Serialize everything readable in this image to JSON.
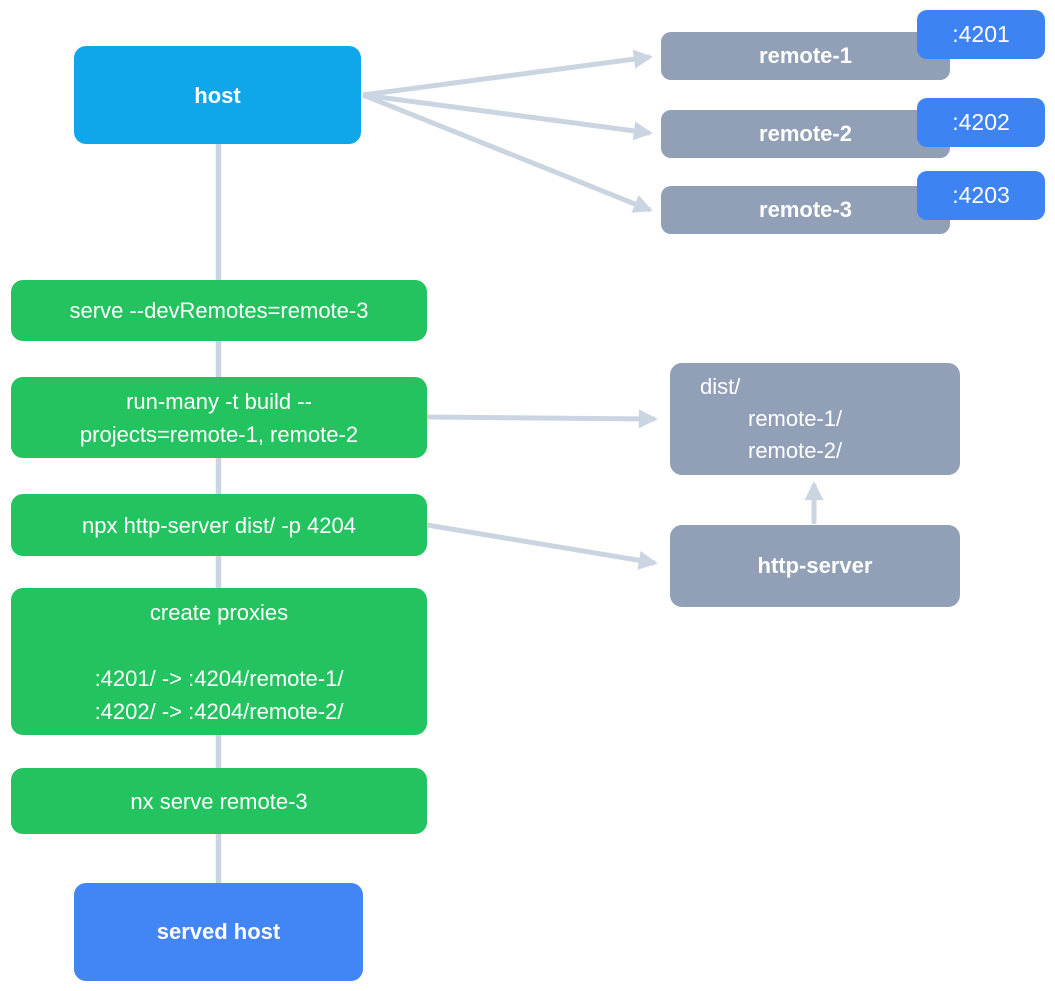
{
  "diagram": {
    "host": {
      "label": "host"
    },
    "remotes": [
      {
        "label": "remote-1",
        "port": ":4201"
      },
      {
        "label": "remote-2",
        "port": ":4202"
      },
      {
        "label": "remote-3",
        "port": ":4203"
      }
    ],
    "steps": [
      {
        "lines": [
          "serve --devRemotes=remote-3"
        ]
      },
      {
        "lines": [
          "run-many -t build --",
          "projects=remote-1, remote-2"
        ]
      },
      {
        "lines": [
          "npx http-server dist/ -p 4204"
        ]
      },
      {
        "lines": [
          "create proxies",
          "",
          ":4201/ -> :4204/remote-1/",
          ":4202/ -> :4204/remote-2/"
        ]
      },
      {
        "lines": [
          "nx serve remote-3"
        ]
      }
    ],
    "dist": {
      "lines": [
        "dist/",
        "remote-1/",
        "remote-2/"
      ]
    },
    "http_server": {
      "label": "http-server"
    },
    "served_host": {
      "label": "served host"
    },
    "edges": [
      {
        "from": "host",
        "to": "remote-1"
      },
      {
        "from": "host",
        "to": "remote-2"
      },
      {
        "from": "host",
        "to": "remote-3"
      },
      {
        "from": "host",
        "to": "served host"
      },
      {
        "from": "run-many -t build -- projects=remote-1, remote-2",
        "to": "dist/"
      },
      {
        "from": "npx http-server dist/ -p 4204",
        "to": "http-server"
      },
      {
        "from": "http-server",
        "to": "dist/"
      }
    ],
    "colors": {
      "cyan": "#0FA7E9",
      "green": "#23C35F",
      "slate": "#91A0B6",
      "blue": "#3E83F4",
      "blue2": "#4285F4",
      "arrow": "#CBD5E1",
      "text": "#FFFFFF",
      "background": "#FFFFFF"
    }
  }
}
